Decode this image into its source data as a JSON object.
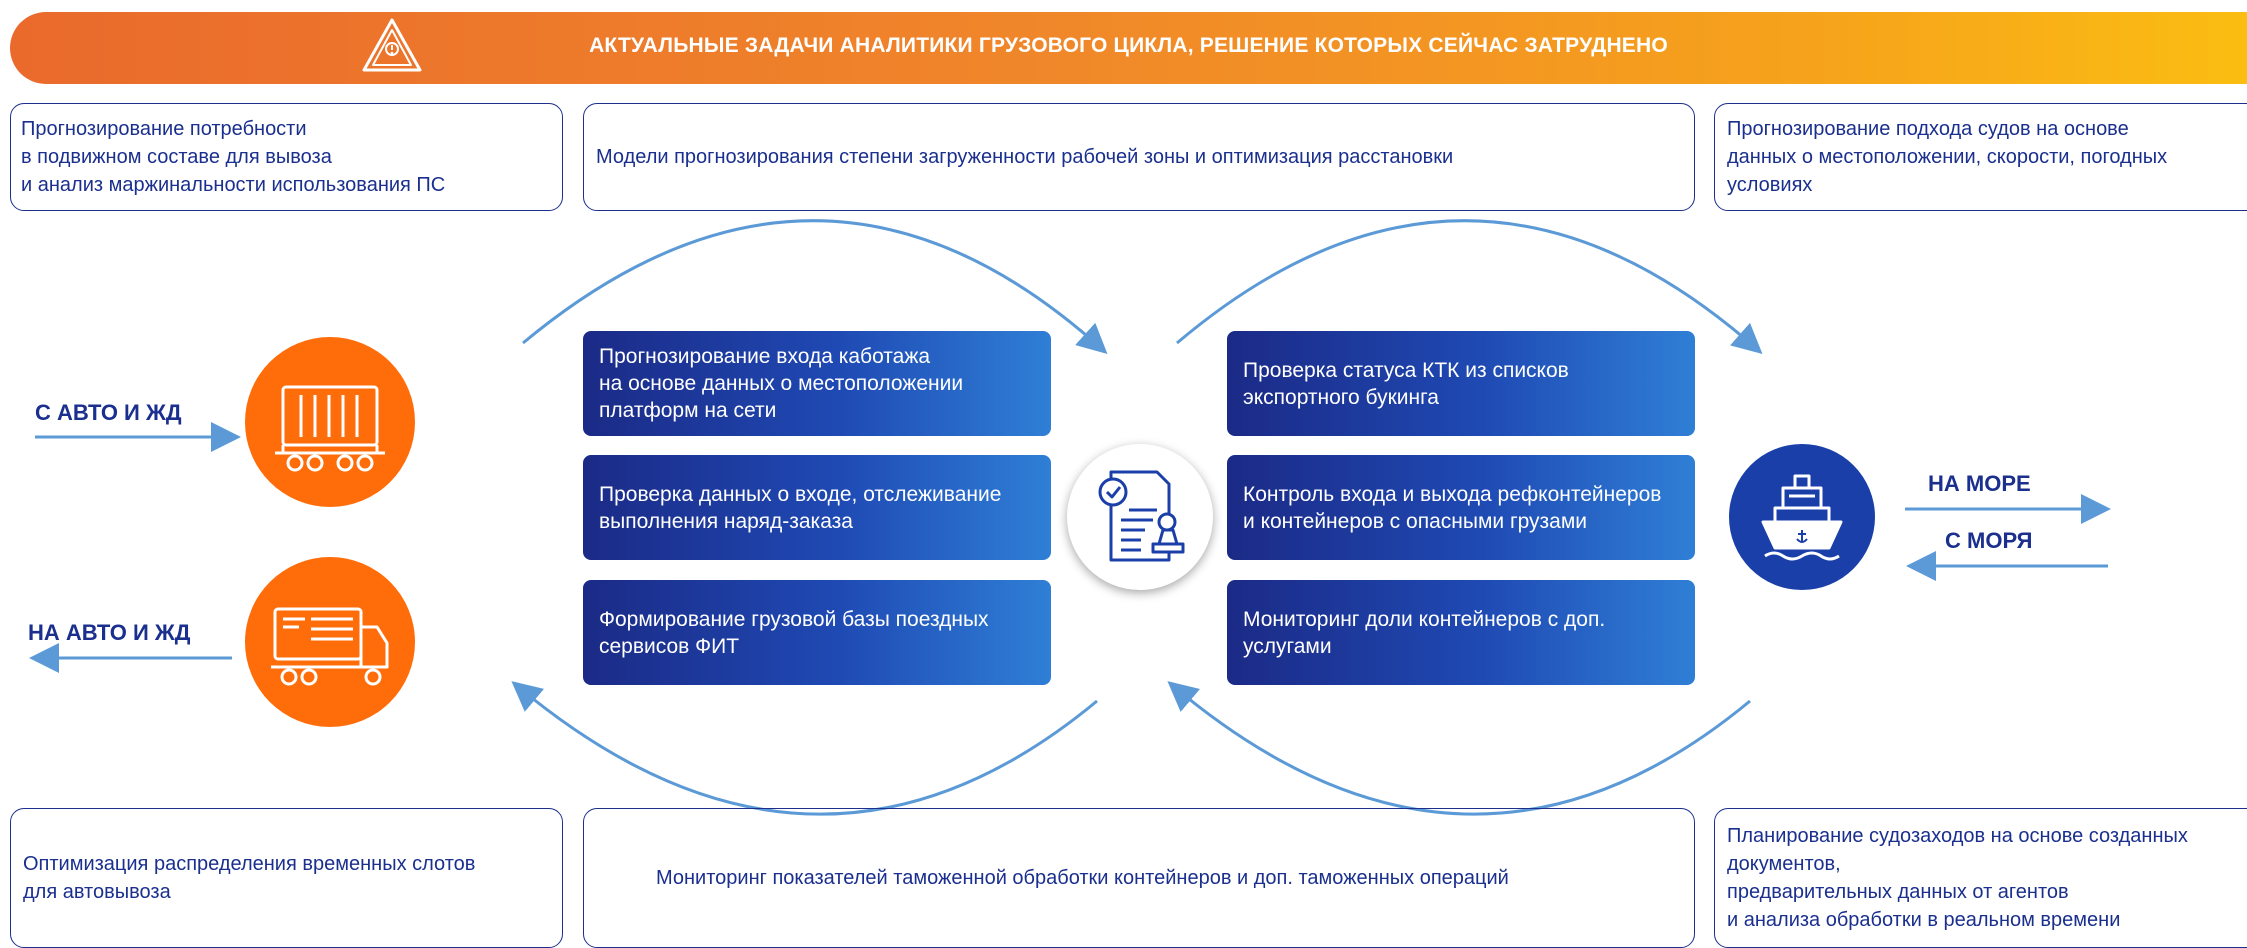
{
  "header": {
    "title": "АКТУАЛЬНЫЕ ЗАДАЧИ АНАЛИТИКИ ГРУЗОВОГО ЦИКЛА, РЕШЕНИЕ КОТОРЫХ СЕЙЧАС ЗАТРУДНЕНО",
    "icon": "warning-icon"
  },
  "top_boxes": [
    "Прогнозирование потребности\nв подвижном составе для вывоза\nи анализ маржинальности использования ПС",
    "Модели прогнозирования степени загруженности рабочей зоны и оптимизация расстановки",
    "Прогнозирование подхода судов на основе\nданных о местоположении, скорости, погодных\nусловиях"
  ],
  "center_left_boxes": [
    "Прогнозирование входа каботажа\nна основе данных о местоположении\nплатформ на сети",
    "Проверка данных о входе, отслеживание\nвыполнения наряд-заказа",
    "Формирование грузовой базы поездных\nсервисов ФИТ"
  ],
  "center_right_boxes": [
    "Проверка статуса КТК из списков\nэкспортного букинга",
    "Контроль входа и выхода рефконтейнеров\nи контейнеров с опасными грузами",
    "Мониторинг доли контейнеров с доп.\nуслугами"
  ],
  "bottom_boxes": [
    "Оптимизация распределения временных слотов\nдля автовывоза",
    "Мониторинг показателей таможенной обработки контейнеров и доп. таможенных операций",
    "Планирование судозаходов на основе созданных\nдокументов,\nпредварительных данных от агентов\nи анализа обработки в реальном времени"
  ],
  "flow_labels": {
    "from_auto_rail": "С АВТО И ЖД",
    "to_auto_rail": "НА АВТО И ЖД",
    "to_sea": "НА МОРЕ",
    "from_sea": "С МОРЯ"
  },
  "icons": {
    "rail_container": "railcar-container-icon",
    "truck": "truck-container-icon",
    "document": "document-stamp-icon",
    "ship": "ship-icon"
  },
  "colors": {
    "orange": "#ff6d0a",
    "navy": "#1a2f8e",
    "ship_blue": "#1b3fa8",
    "arrow_blue": "#5b9ad6",
    "banner_start": "#ea6a2c",
    "banner_end": "#fbbd12"
  }
}
